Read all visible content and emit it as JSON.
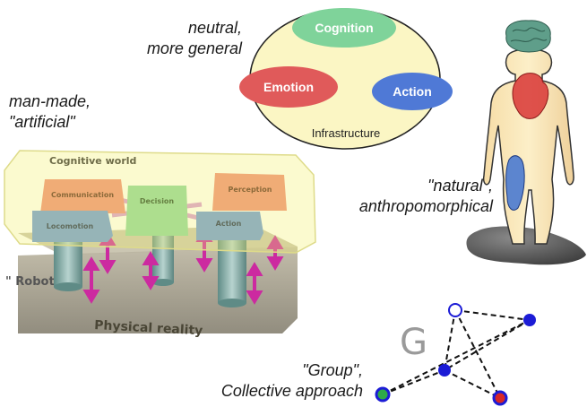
{
  "labels": {
    "neutral_line1": "neutral,",
    "neutral_line2": "more general",
    "manmade_line1": "man-made,",
    "manmade_line2": "\"artificial\"",
    "natural_line1": "\"natural\",",
    "natural_line2": "anthropomorphical",
    "group_line1": "\"Group\",",
    "group_line2": "Collective approach"
  },
  "model": {
    "cognition": "Cognition",
    "emotion": "Emotion",
    "action": "Action",
    "infrastructure": "Infrastructure"
  },
  "robot": {
    "cognitive_world": "Cognitive world",
    "communication": "Communication",
    "decision": "Decision",
    "perception": "Perception",
    "locomotion": "Locomotion",
    "action": "Action",
    "robot_label": "\" Robot \"",
    "physical_reality": "Physical reality"
  },
  "group": {
    "letter": "G"
  },
  "colors": {
    "cognition": "#7fd39a",
    "emotion": "#e05a5a",
    "action": "#4f79d6",
    "infrastructure": "#fbf6c4",
    "graph_node": "#1c1cd6",
    "arrow": "#cc2aa0"
  }
}
